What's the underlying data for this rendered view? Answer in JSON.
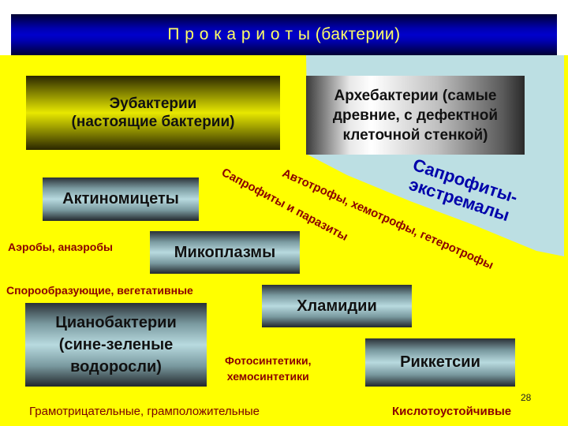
{
  "title": "П р о к а р и о т ы (бактерии)",
  "colors": {
    "background_yellow": "#ffff00",
    "background_lightblue": "#bcdfe3",
    "title_bar": "#0000cc",
    "title_text": "#ffff66",
    "annotation_red": "#8b0000",
    "annotation_blue": "#0000aa"
  },
  "boxes": {
    "eubacteria": [
      "Эубактерии",
      "(настоящие бактерии)"
    ],
    "archaebacteria": [
      "Архебактерии (самые",
      "древние, с дефектной",
      "клеточной стенкой)"
    ],
    "actinomycetes": "Актиномицеты",
    "mycoplasmas": "Микоплазмы",
    "cyanobacteria": [
      "Цианобактерии",
      "(сине-зеленые",
      "водоросли)"
    ],
    "chlamydia": "Хламидии",
    "rickettsia": "Риккетсии"
  },
  "annotations": {
    "saprophytes_extremophiles": [
      "Сапрофиты-",
      "экстремалы"
    ],
    "autotrophs": "Автотрофы, хемотрофы, гетеротрофы",
    "saprophytes_parasites": "Сапрофиты и паразиты",
    "aerobes": "Аэробы, анаэробы",
    "spore_forming": "Спорообразующие, вегетативные",
    "photosynthetics": [
      "Фотосинтетики,",
      "хемосинтетики"
    ],
    "gram": "Грамотрицательные, грамположительные",
    "acid_fast": "Кислотоустойчивые"
  },
  "page_number": "28"
}
